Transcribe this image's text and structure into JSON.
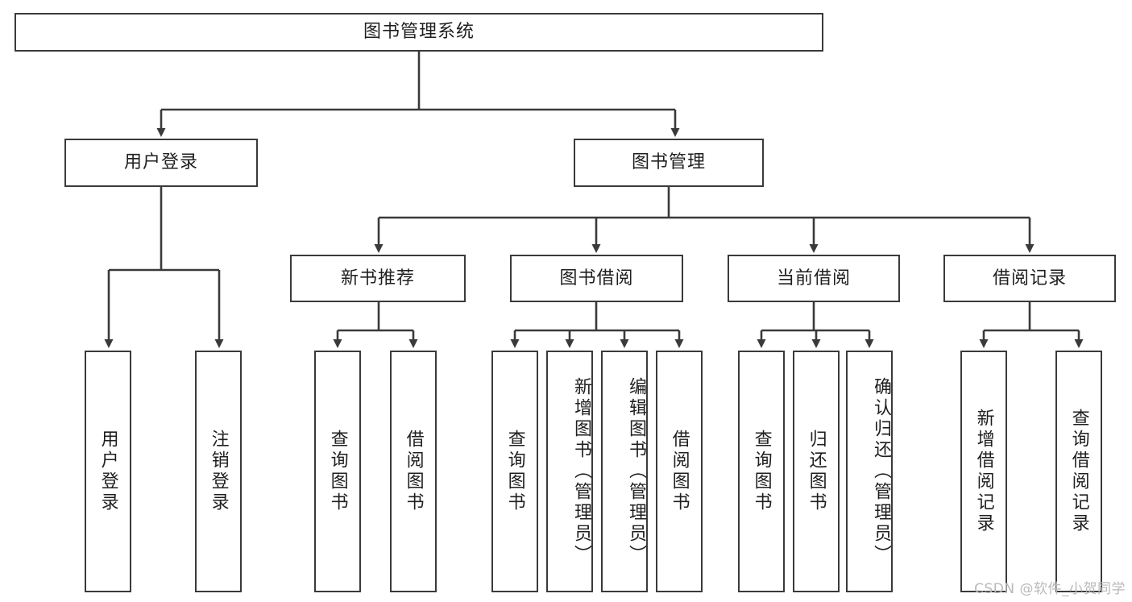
{
  "diagram": {
    "title": "图书管理系统",
    "watermark": "CSDN @软件_小贺同学",
    "colors": {
      "box_border": "#3a3a3a",
      "box_fill": "#ffffff",
      "connector": "#3a3a3a",
      "text": "#1f1f1f",
      "watermark": "#b9b9b9",
      "background": "#ffffff"
    },
    "root": {
      "label": "图书管理系统"
    },
    "level1": [
      {
        "label": "用户登录"
      },
      {
        "label": "图书管理"
      }
    ],
    "level2": [
      {
        "label": "新书推荐"
      },
      {
        "label": "图书借阅"
      },
      {
        "label": "当前借阅"
      },
      {
        "label": "借阅记录"
      }
    ],
    "leaves": {
      "user_login": [
        {
          "label": "用户登录"
        },
        {
          "label": "注销登录"
        }
      ],
      "new_book": [
        {
          "label": "查询图书"
        },
        {
          "label": "借阅图书"
        }
      ],
      "book_borrow": [
        {
          "label": "查询图书"
        },
        {
          "label": "新增图书（管理员）"
        },
        {
          "label": "编辑图书（管理员）"
        },
        {
          "label": "借阅图书"
        }
      ],
      "current_borrow": [
        {
          "label": "查询图书"
        },
        {
          "label": "归还图书"
        },
        {
          "label": "确认归还（管理员）"
        }
      ],
      "borrow_record": [
        {
          "label": "新增借阅记录"
        },
        {
          "label": "查询借阅记录"
        }
      ]
    }
  }
}
